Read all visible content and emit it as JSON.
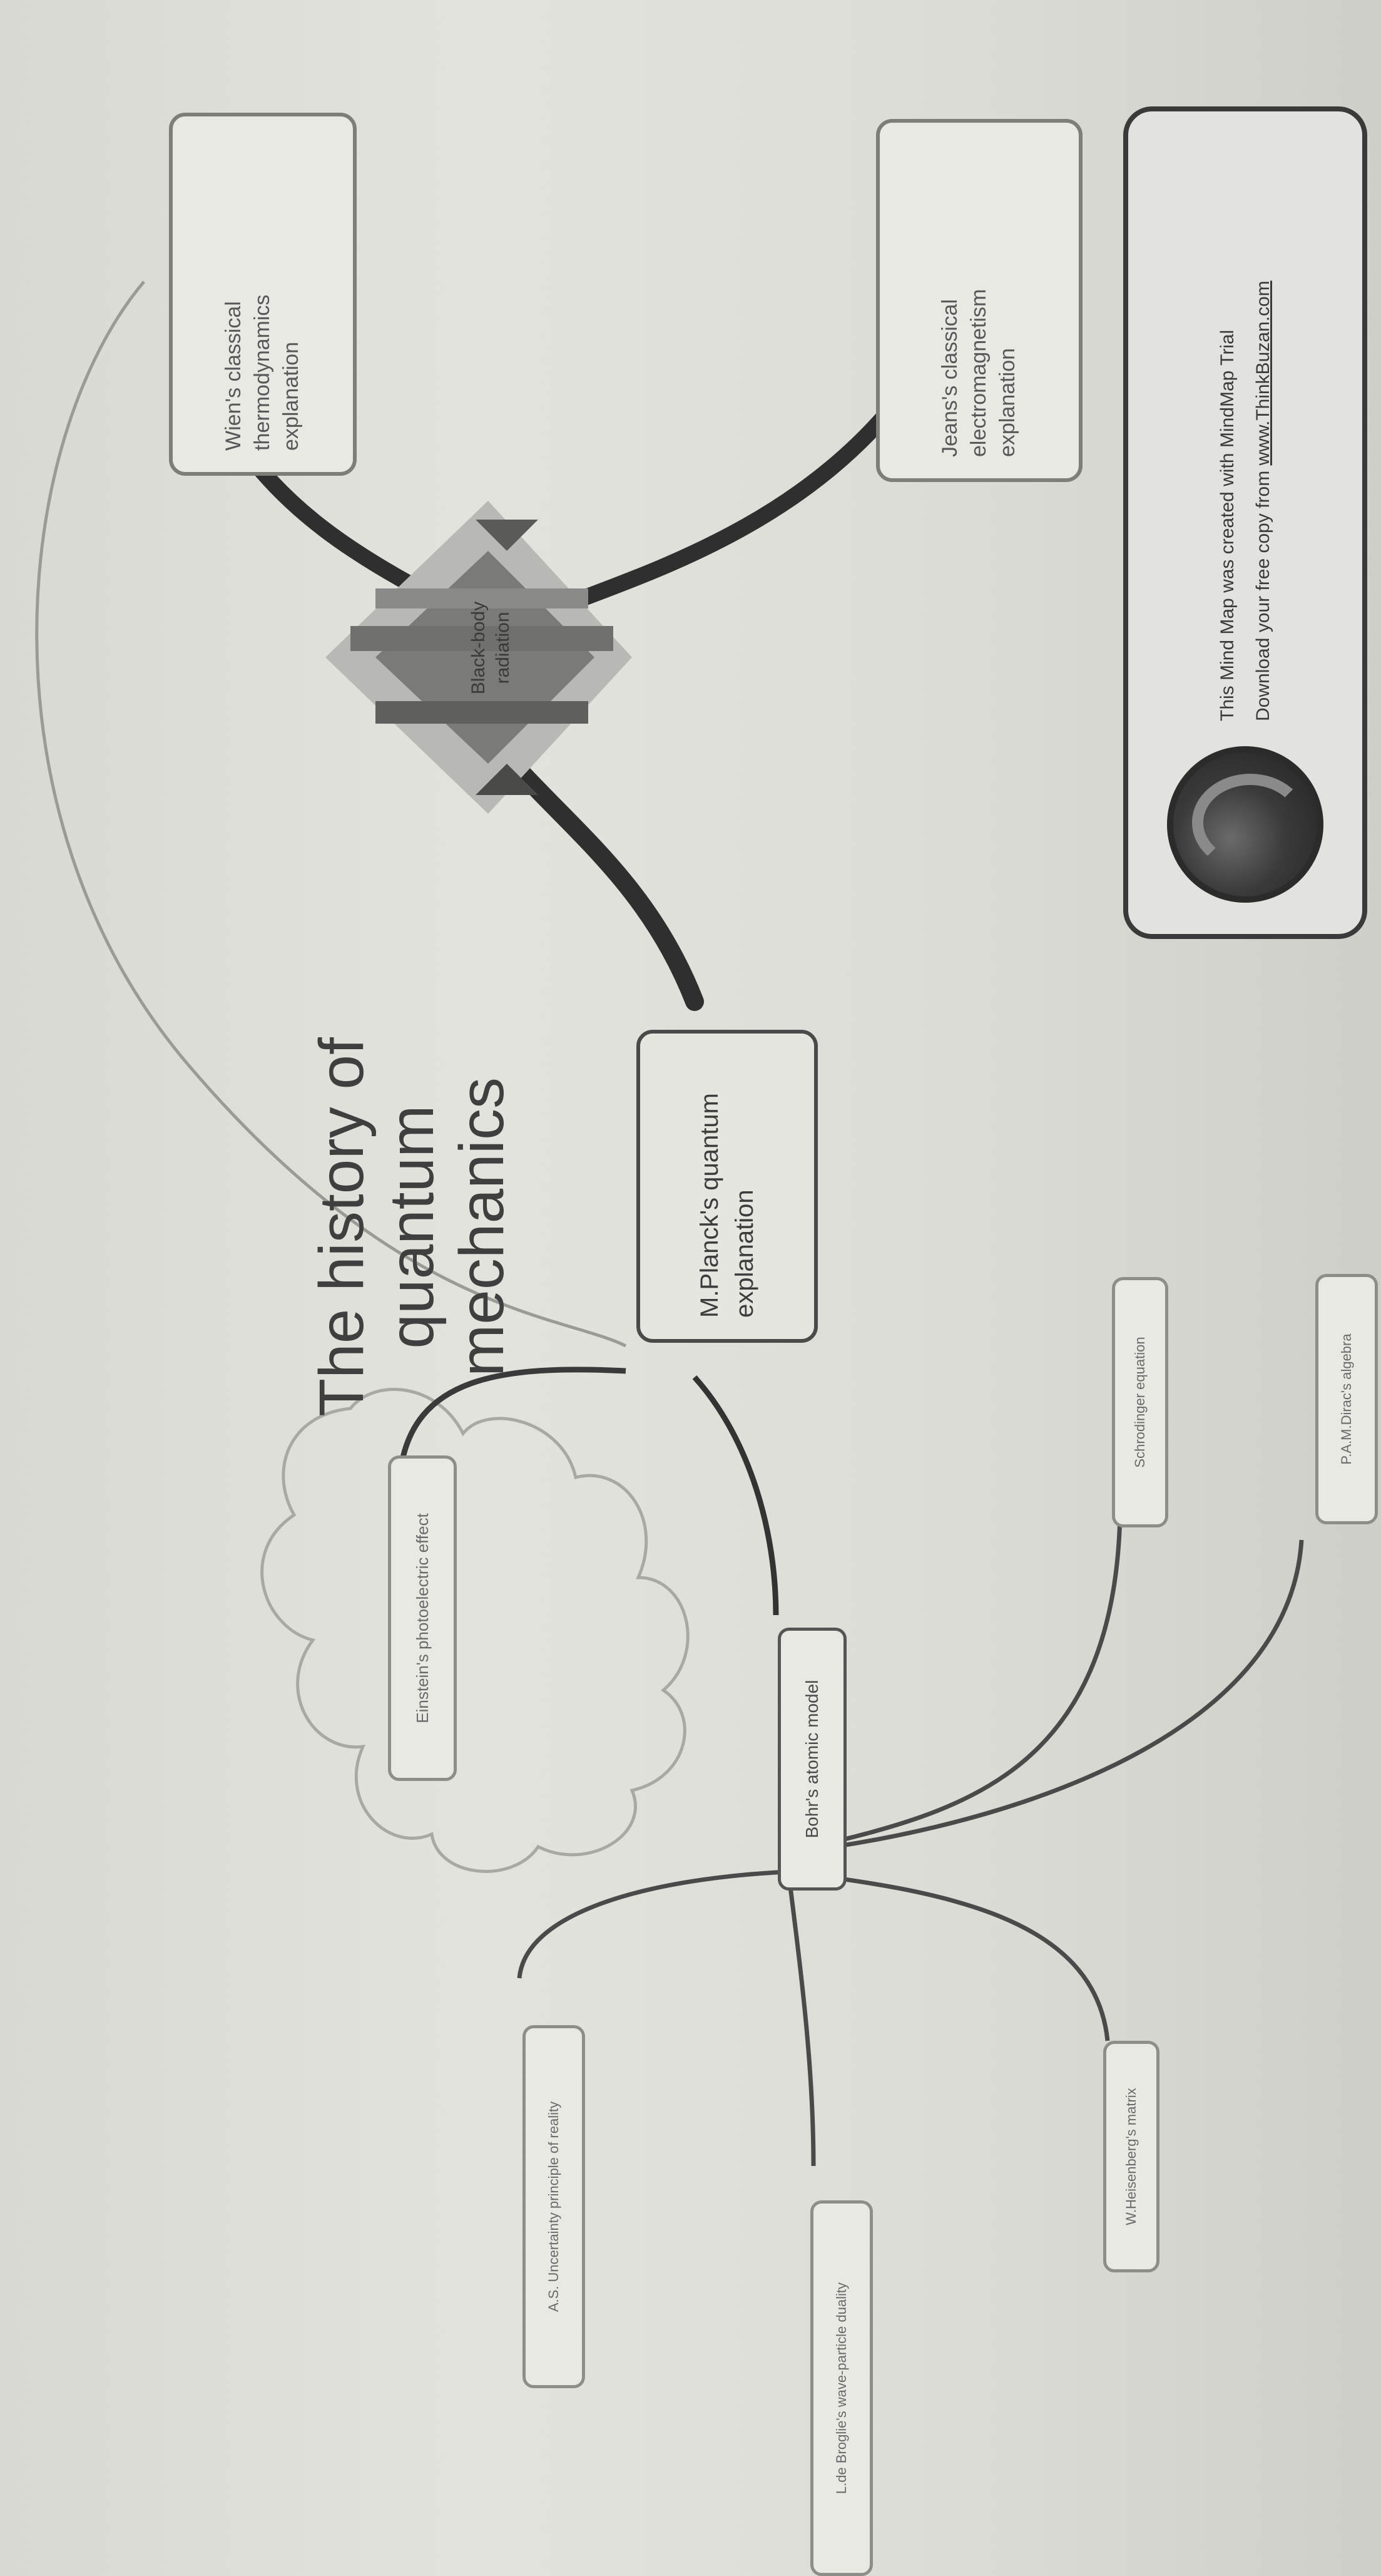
{
  "title": "The history of\nquantum\nmechanics",
  "central_topic": "Black-body\nradiation",
  "nodes": {
    "wien": "Wien's classical\nthermodynamics\nexplanation",
    "jeans": "Jeans's classical\nelectromagnetism\nexplanation",
    "planck": "M.Planck's quantum\nexplanation",
    "einstein": "Einstein's photoelectric effect",
    "bohr": "Bohr's atomic model",
    "schrodinger": "Schrodinger equation",
    "dirac": "P.A.M.Dirac's algebra",
    "uncertainty": "A.S. Uncertainty principle of reality",
    "debroglie": "L.de Broglie's wave-particle duality",
    "heisenberg": "W.Heisenberg's matrix"
  },
  "banner": {
    "line1": "This Mind Map was created with MindMap Trial",
    "line2_prefix": "Download your free copy from ",
    "link": "www.ThinkBuzan.com"
  }
}
